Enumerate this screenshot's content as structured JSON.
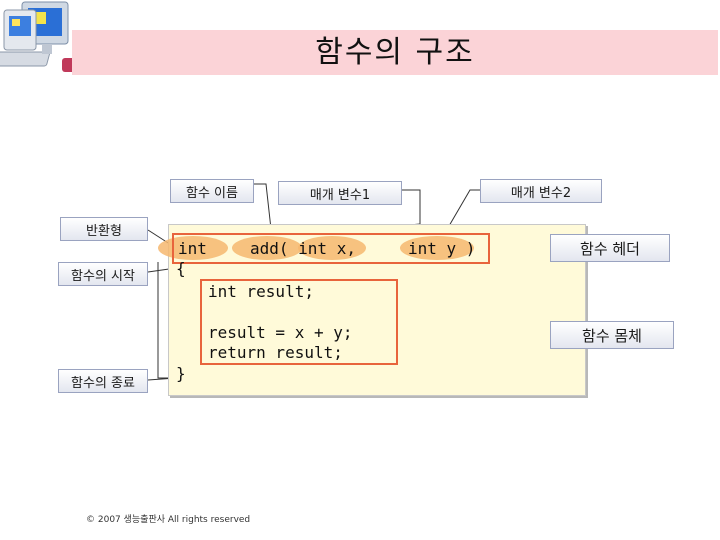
{
  "title": "함수의 구조",
  "code": {
    "line_type": "int",
    "line_name": "add( int x,",
    "line_param2": "int y )",
    "open_brace": "{",
    "line_decl": "int result;",
    "line_assign": "result = x + y;",
    "line_return": "return result;",
    "close_brace": "}"
  },
  "labels": {
    "function_name": "함수 이름",
    "param1": "매개 변수1",
    "param2": "매개 변수2",
    "return_type": "반환형",
    "body_start": "함수의 시작",
    "body_end": "함수의 종료",
    "header": "함수 헤더",
    "body": "함수 몸체"
  },
  "footer": "© 2007 생능출판사  All rights reserved",
  "colors": {
    "title_bg": "#fbd3d7",
    "code_bg": "#fffad9",
    "highlight": "#f6b76f",
    "outline": "#e8643c"
  }
}
